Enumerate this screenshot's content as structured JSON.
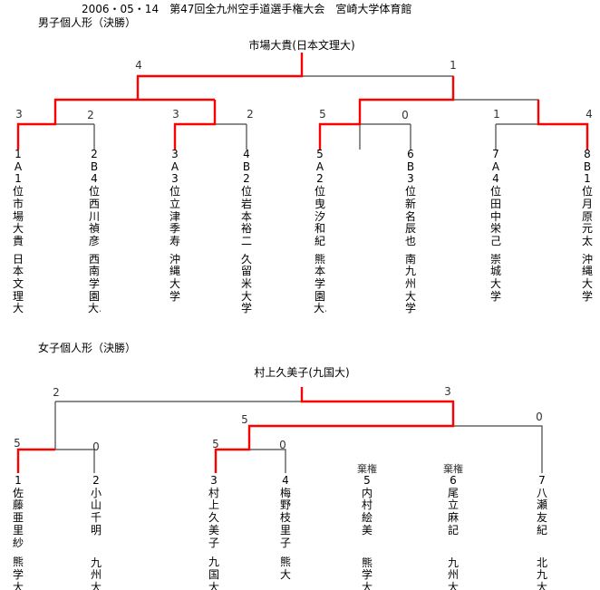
{
  "header": "2006・05・14　第47回全九州空手道選手権大会　宮崎大学体育館",
  "men": {
    "title": "男子個人形（決勝）",
    "champion": "市場大貴(日本文理大)",
    "final_scores": [
      "4",
      "1"
    ],
    "semi_scores": [
      "3",
      "2",
      "3",
      "2",
      "5",
      "0",
      "1",
      "4"
    ],
    "players": [
      {
        "no": "1",
        "seed": "A1位",
        "name": "市場大貴",
        "univ": "日本文理大"
      },
      {
        "no": "2",
        "seed": "B4位",
        "name": "西川禎彦",
        "univ": "西南学園大…"
      },
      {
        "no": "3",
        "seed": "A3位",
        "name": "立津季寿",
        "univ": "沖縄大学"
      },
      {
        "no": "4",
        "seed": "B2位",
        "name": "岩本裕二",
        "univ": "久留米大学"
      },
      {
        "no": "5",
        "seed": "A2位",
        "name": "曳汐和紀",
        "univ": "熊本学園大…"
      },
      {
        "no": "6",
        "seed": "B3位",
        "name": "新名辰也",
        "univ": "南九州大学"
      },
      {
        "no": "7",
        "seed": "A4位",
        "name": "田中栄己",
        "univ": "崇城大学"
      },
      {
        "no": "8",
        "seed": "B1位",
        "name": "月原元太",
        "univ": "沖縄大学"
      }
    ]
  },
  "women": {
    "title": "女子個人形（決勝）",
    "champion": "村上久美子(九国大)",
    "final_scores": [
      "2",
      "3"
    ],
    "semi_scores": [
      "5",
      "0"
    ],
    "qf_scores": [
      "5",
      "0",
      "5",
      "0"
    ],
    "forfeit": "棄権",
    "players": [
      {
        "no": "1",
        "name": "佐藤亜里紗",
        "univ": "熊学大"
      },
      {
        "no": "2",
        "name": "小山千明",
        "univ": "九州大"
      },
      {
        "no": "3",
        "name": "村上久美子",
        "univ": "九国大"
      },
      {
        "no": "4",
        "name": "梅野枝里子",
        "univ": "熊大"
      },
      {
        "no": "5",
        "name": "内村絵美",
        "univ": "熊学大"
      },
      {
        "no": "6",
        "name": "尾立麻記",
        "univ": "九州大"
      },
      {
        "no": "7",
        "name": "八瀬友紀",
        "univ": "北九大"
      }
    ]
  },
  "colors": {
    "winner_line": "#ff0000",
    "line": "#444444"
  }
}
